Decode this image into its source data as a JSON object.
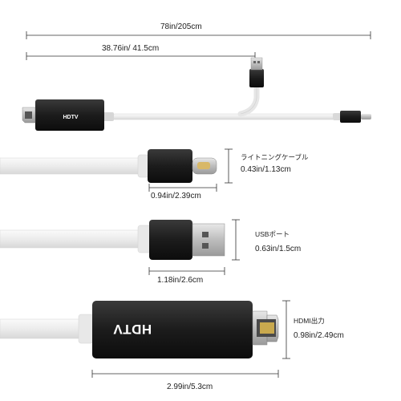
{
  "dimensions": {
    "total_length": "78in/205cm",
    "split_length": "38.76in/ 41.5cm",
    "lightning_name": "ライトニングケーブル",
    "lightning_height": "0.43in/1.13cm",
    "lightning_width": "0.94in/2.39cm",
    "usb_name": "USBポート",
    "usb_height": "0.63in/1.5cm",
    "usb_width": "1.18in/2.6cm",
    "hdmi_name": "HDMI出力",
    "hdmi_height": "0.98in/2.49cm",
    "hdmi_width": "2.99in/5.3cm"
  },
  "product": {
    "small_label": "HDTV",
    "large_label": "HDTV"
  },
  "colors": {
    "cable": "#f2f2f2",
    "cable_edge": "#d4d4d4",
    "connector_body": "#1e1e1e",
    "metal": "#cfcfcf"
  }
}
